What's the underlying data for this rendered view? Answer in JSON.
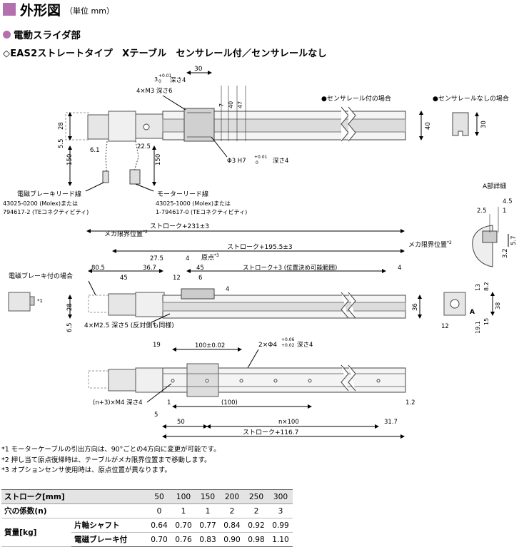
{
  "header": {
    "title": "外形図",
    "subtitle": "（単位 mm）"
  },
  "section": "電動スライダ部",
  "type_line": "◇EAS2ストレートタイプ　Xテーブル　センサレール付／センサレールなし",
  "labels": {
    "with_sensor_rail": "●センサレール付の場合",
    "without_sensor_rail": "●センサレールなしの場合",
    "a_detail": "A部詳細",
    "brake_case": "電磁ブレーキ付の場合",
    "brake_lead": "電磁ブレーキリード線",
    "brake_lead_p1": "43025-0200 (Molex)または",
    "brake_lead_p2": "794617-2 (TEコネクティビティ)",
    "motor_lead": "モーターリード線",
    "motor_lead_p1": "43025-1000 (Molex)または",
    "motor_lead_p2": "1-794617-0 (TEコネクティビティ)",
    "mecha_limit_left": "メカ限界位置",
    "mecha_limit_right": "メカ限界位置",
    "origin": "原点",
    "stroke_231": "ストローク+231±3",
    "stroke_195": "ストローク+195.5±3",
    "stroke_3": "ストローク+3 (位置決め可能範囲)",
    "stroke_116": "ストローク+116.7",
    "m3": "4×M3 深さ6",
    "m25": "4×M2.5 深さ5 (反対側も同様)",
    "m4": "(n+3)×M4 深さ4",
    "phi3": "Φ3 H7",
    "phi3_tol_top": "+0.01",
    "phi3_tol_bot": "0",
    "depth4": "深さ4",
    "phi4": "2×Φ4",
    "phi4_tol_top": "+0.06",
    "phi4_tol_bot": "+0.02",
    "hole3": "3",
    "hole3_tol_top": "+0.01",
    "hole3_tol_bot": "0",
    "pitch": "100±0.02",
    "n100": "n×100",
    "star1": "*1",
    "star2": "*2",
    "star3": "*3",
    "A": "A"
  },
  "dims": {
    "d30": "30",
    "d7a": "7",
    "d40a": "40",
    "d47": "47",
    "d28": "28",
    "d5_5": "5.5",
    "d6_1": "6.1",
    "d22_5": "22.5",
    "d150a": "150",
    "d150b": "150",
    "d40b": "40",
    "d30b": "30",
    "d4_5": "4.5",
    "d2_5": "2.5",
    "d1": "1",
    "d5_7": "5.7",
    "d3_2": "3.2",
    "d27_5": "27.5",
    "d4a": "4",
    "d80_5": "80.5",
    "d36_7": "36.7",
    "d45a": "45",
    "d12a": "12",
    "d45b": "45",
    "d6": "6",
    "d4b": "4",
    "d4c": "4",
    "d28b": "28",
    "d6_5": "6.5",
    "d36": "36",
    "d13": "13",
    "d8_2": "8.2",
    "d38": "38",
    "d19_1": "19.1",
    "d15": "15",
    "d12b": "12",
    "d19": "19",
    "d1b": "1",
    "d100": "(100)",
    "d5": "5",
    "d50": "50",
    "d31_7": "31.7",
    "d1_2": "1.2"
  },
  "notes": [
    "*1 モーターケーブルの引出方向は、90°ごとの4方向に変更が可能です。",
    "*2 押し当て原点復帰時は、テーブルがメカ限界位置まで移動します。",
    "*3 オプションセンサ使用時は、原点位置が異なります。"
  ],
  "table": {
    "header": "ストローク[mm]",
    "strokes": [
      "50",
      "100",
      "150",
      "200",
      "250",
      "300"
    ],
    "holes_label": "穴の係数(n)",
    "holes": [
      "0",
      "1",
      "1",
      "2",
      "2",
      "3"
    ],
    "mass_label": "質量[kg]",
    "rows": [
      {
        "name": "片軸シャフト",
        "values": [
          "0.64",
          "0.70",
          "0.77",
          "0.84",
          "0.92",
          "0.99"
        ]
      },
      {
        "name": "電磁ブレーキ付",
        "values": [
          "0.70",
          "0.76",
          "0.83",
          "0.90",
          "0.98",
          "1.10"
        ]
      }
    ]
  }
}
